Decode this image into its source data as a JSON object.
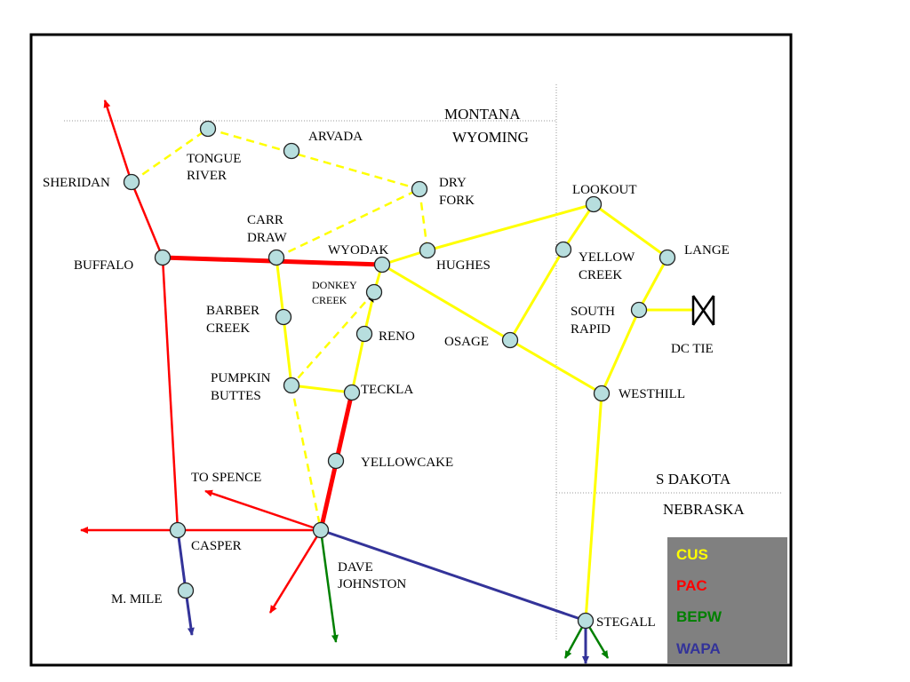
{
  "regions": {
    "montana": "MONTANA",
    "wyoming": "WYOMING",
    "s_dakota": "S DAKOTA",
    "nebraska": "NEBRASKA"
  },
  "colors": {
    "CUS": "#ffff00",
    "PAC": "#ff0000",
    "BEPW": "#008000",
    "WAPA": "#333399",
    "legend_bg": "#808080"
  },
  "legend": [
    {
      "key": "CUS",
      "label": "CUS"
    },
    {
      "key": "PAC",
      "label": "PAC"
    },
    {
      "key": "BEPW",
      "label": "BEPW"
    },
    {
      "key": "WAPA",
      "label": "WAPA"
    }
  ],
  "stations": {
    "sheridan": [
      "SHERIDAN"
    ],
    "tongue_river": [
      "TONGUE",
      "RIVER"
    ],
    "arvada": [
      "ARVADA"
    ],
    "dry_fork": [
      "DRY",
      "FORK"
    ],
    "buffalo": [
      "BUFFALO"
    ],
    "carr_draw": [
      "CARR",
      "DRAW"
    ],
    "wyodak": [
      "WYODAK"
    ],
    "hughes": [
      "HUGHES"
    ],
    "donkey_creek": [
      "DONKEY",
      "CREEK"
    ],
    "barber_creek": [
      "BARBER",
      "CREEK"
    ],
    "reno": [
      "RENO"
    ],
    "pumpkin_buttes": [
      "PUMPKIN",
      "BUTTES"
    ],
    "teckla": [
      "TECKLA"
    ],
    "yellowcake": [
      "YELLOWCAKE"
    ],
    "to_spence": [
      "TO SPENCE"
    ],
    "casper": [
      "CASPER"
    ],
    "m_mile": [
      "M. MILE"
    ],
    "dave_johnston": [
      "DAVE",
      "JOHNSTON"
    ],
    "osage": [
      "OSAGE"
    ],
    "lookout": [
      "LOOKOUT"
    ],
    "yellow_creek": [
      "YELLOW",
      "CREEK"
    ],
    "lange": [
      "LANGE"
    ],
    "south_rapid": [
      "SOUTH",
      "RAPID"
    ],
    "dc_tie": [
      "DC TIE"
    ],
    "westhill": [
      "WESTHILL"
    ],
    "stegall": [
      "STEGALL"
    ]
  }
}
